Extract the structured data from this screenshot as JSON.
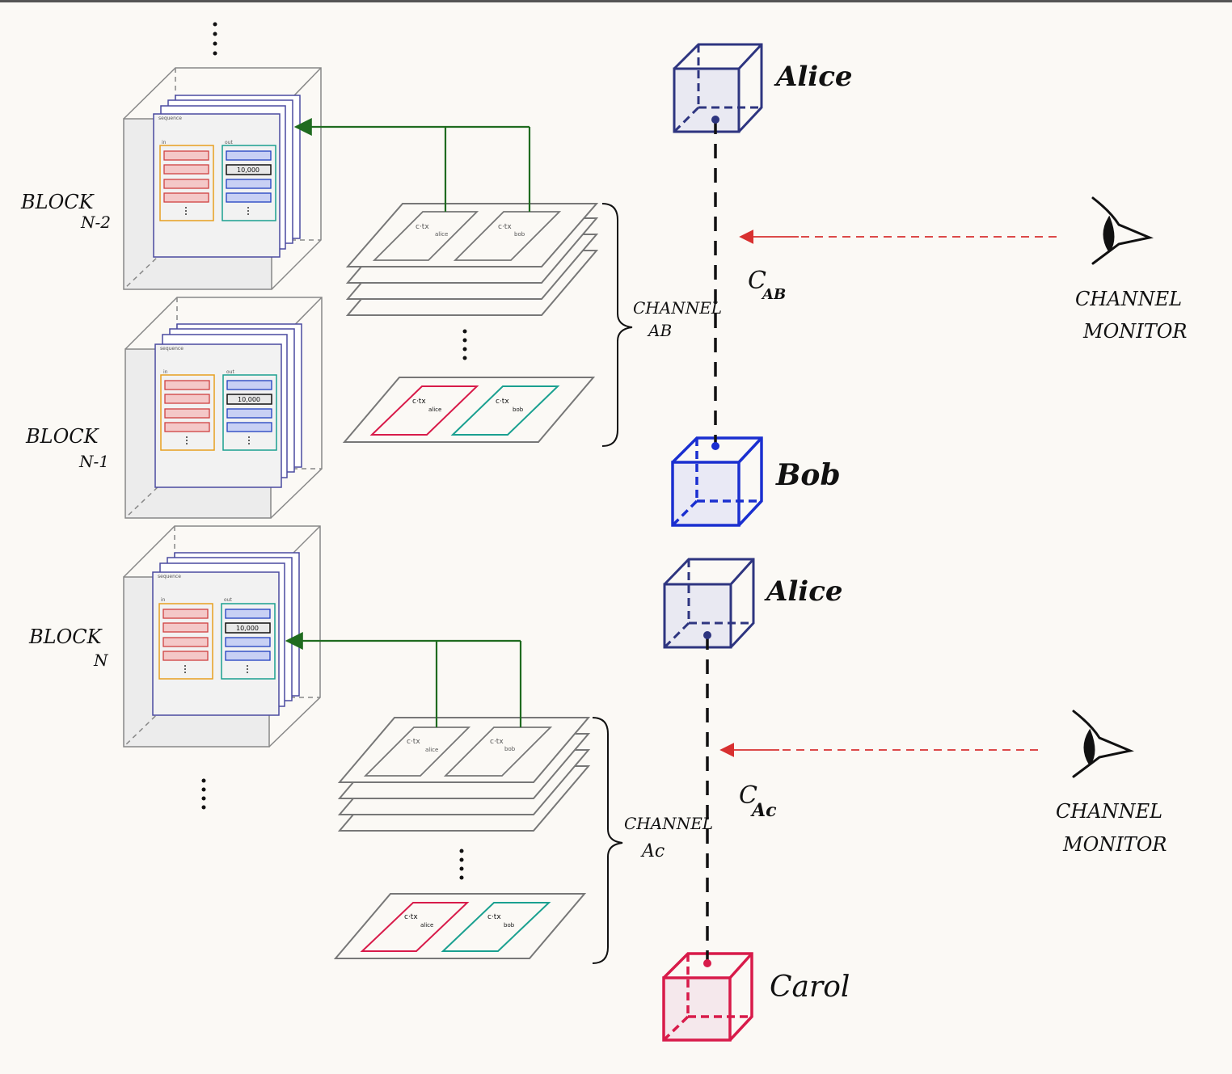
{
  "blocks": [
    {
      "label": "BLOCK",
      "sub": "N-2",
      "value": "10,000"
    },
    {
      "label": "BLOCK",
      "sub": "N-1",
      "value": "10,000"
    },
    {
      "label": "BLOCK",
      "sub": "N",
      "value": "10,000"
    }
  ],
  "block_tab_labels": {
    "header": "sequence",
    "in": "in",
    "out": "out"
  },
  "channels": [
    {
      "label_line1": "CHANNEL",
      "label_line2": "AB",
      "edge": "C",
      "edge_sub": "AB",
      "tx_alice": "c·tx",
      "tx_alice_sub": "alice",
      "tx_bob": "c·tx",
      "tx_bob_sub": "bob",
      "tx_alice_last": "c·tx",
      "tx_alice_last_sub": "alice",
      "tx_bob_last": "c·tx",
      "tx_bob_last_sub": "bob"
    },
    {
      "label_line1": "CHANNEL",
      "label_line2": "Ac",
      "edge": "C",
      "edge_sub": "Ac",
      "tx_alice": "c·tx",
      "tx_alice_sub": "alice",
      "tx_bob": "c·tx",
      "tx_bob_sub": "bob",
      "tx_alice_last": "c·tx",
      "tx_alice_last_sub": "alice",
      "tx_bob_last": "c·tx",
      "tx_bob_last_sub": "bob"
    }
  ],
  "parties": {
    "alice_1": "Alice",
    "bob": "Bob",
    "alice_2": "Alice",
    "carol": "Carol"
  },
  "monitors": [
    {
      "line1": "CHANNEL",
      "line2": "MONITOR"
    },
    {
      "line1": "CHANNEL",
      "line2": "MONITOR"
    }
  ],
  "colors": {
    "alice": "#2e3580",
    "bob": "#1a2fd0",
    "carol": "#d81b4a",
    "arrow_green": "#1f6b1f",
    "monitor_arrow": "#d83030",
    "in_box": "#e8a020",
    "in_rows": "#d04040",
    "out_box": "#1aa090",
    "out_rows": "#2040c0"
  },
  "icons": [
    "eye-icon",
    "cube-icon",
    "ellipsis-icon"
  ]
}
